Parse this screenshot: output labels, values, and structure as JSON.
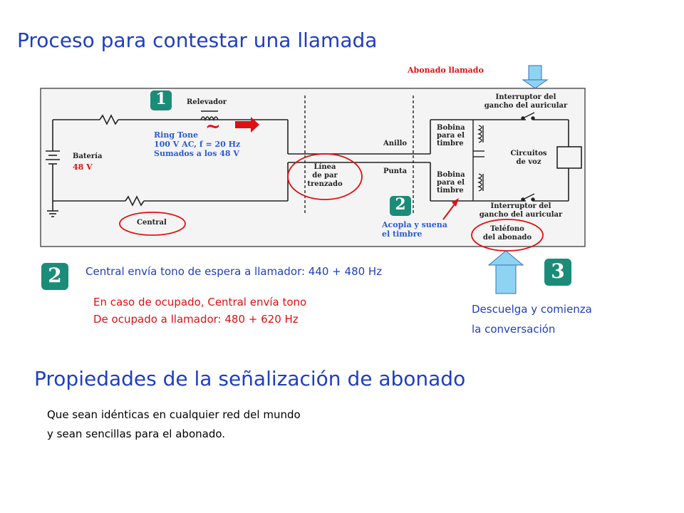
{
  "title": "Proceso para contestar una llamada",
  "subtitle": "Propiedades de la señalización de abonado",
  "properties_text": [
    "Que sean idénticas en cualquier red del mundo",
    "y sean sencillas para el abonado."
  ],
  "diagram": {
    "abonado_llamado": "Abonado llamado",
    "relevador": "Relevador",
    "ring_tone": [
      "Ring Tone",
      "100 V AC, f = 20 Hz",
      "Sumados a los 48 V"
    ],
    "bateria": "Batería",
    "bateria_v": "48 V",
    "central": "Central",
    "linea": [
      "Línea",
      "de par",
      "trenzado"
    ],
    "anillo": "Anillo",
    "punta": "Punta",
    "bobina": [
      "Bobina",
      "para el",
      "timbre"
    ],
    "circuitos": [
      "Circuitos",
      "de voz"
    ],
    "interruptor_top": [
      "Interruptor del",
      "gancho del auricular"
    ],
    "interruptor_bottom": [
      "Interruptor del",
      "gancho del auricular"
    ],
    "telefono": [
      "Teléfono",
      "del abonado"
    ],
    "acopla": [
      "Acopla y suena",
      "el timbre"
    ],
    "step1": "1",
    "step2": "2"
  },
  "step2_badge": "2",
  "step3_badge": "3",
  "espera_text": "Central envía tono de espera a llamador: 440 + 480 Hz",
  "ocupado_text": [
    "En caso de ocupado, Central envía tono",
    "De ocupado a llamador: 480 + 620 Hz"
  ],
  "descuelga_text": [
    "Descuelga y comienza",
    "la conversación"
  ],
  "colors": {
    "title_blue": "#1f3fbf",
    "red": "#e01010",
    "badge_green": "#1b8c78",
    "arrow_blue": "#8fd3f2"
  }
}
